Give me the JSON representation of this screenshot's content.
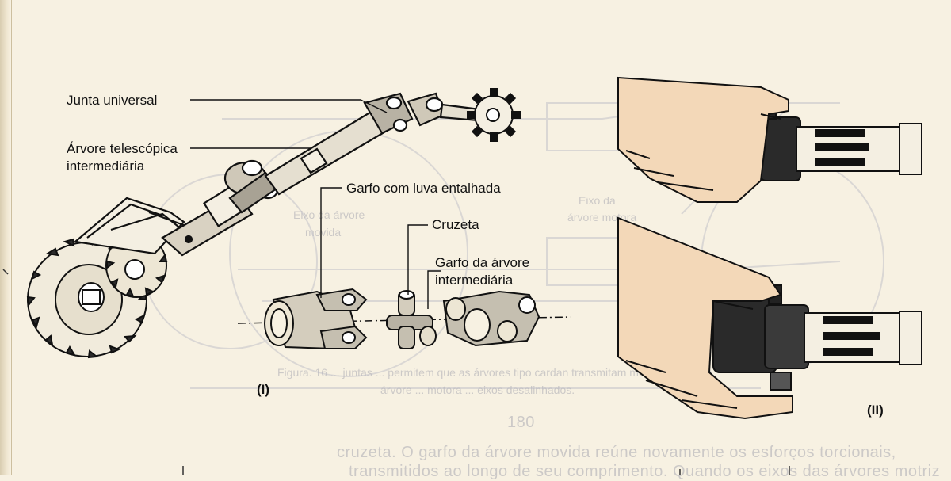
{
  "figure_i": {
    "number": "(I)",
    "labels": {
      "junta_universal": "Junta universal",
      "arvore_telescopica_line1": "Árvore telescópica",
      "arvore_telescopica_line2": "intermediária",
      "garfo_luva": "Garfo com luva entalhada",
      "cruzeta": "Cruzeta",
      "garfo_arvore_line1": "Garfo da árvore",
      "garfo_arvore_line2": "intermediária"
    }
  },
  "figure_ii": {
    "number": "(II)"
  },
  "bleed_through": {
    "caption_line1": "Figura. 16 ... juntas ... permitem que as árvores tipo cardan transmitam movimento entre",
    "caption_line2": "árvore ... motora ... eixos desalinhados.",
    "label_left_1": "Eixo da árvore",
    "label_left_2": "movida",
    "label_right_1": "Eixo da",
    "label_right_2": "árvore motora",
    "page_number": "180",
    "body_line1": "cruzeta. O garfo da árvore movida reúne novamente os esforços torcionais,",
    "body_line2": "transmitidos ao longo de seu comprimento. Quando os eixos das árvores motriz"
  },
  "colors": {
    "ink": "#111111",
    "paper": "#f7f1e2",
    "ghost": "#a9a9b2",
    "skin": "#f3d8b8"
  }
}
